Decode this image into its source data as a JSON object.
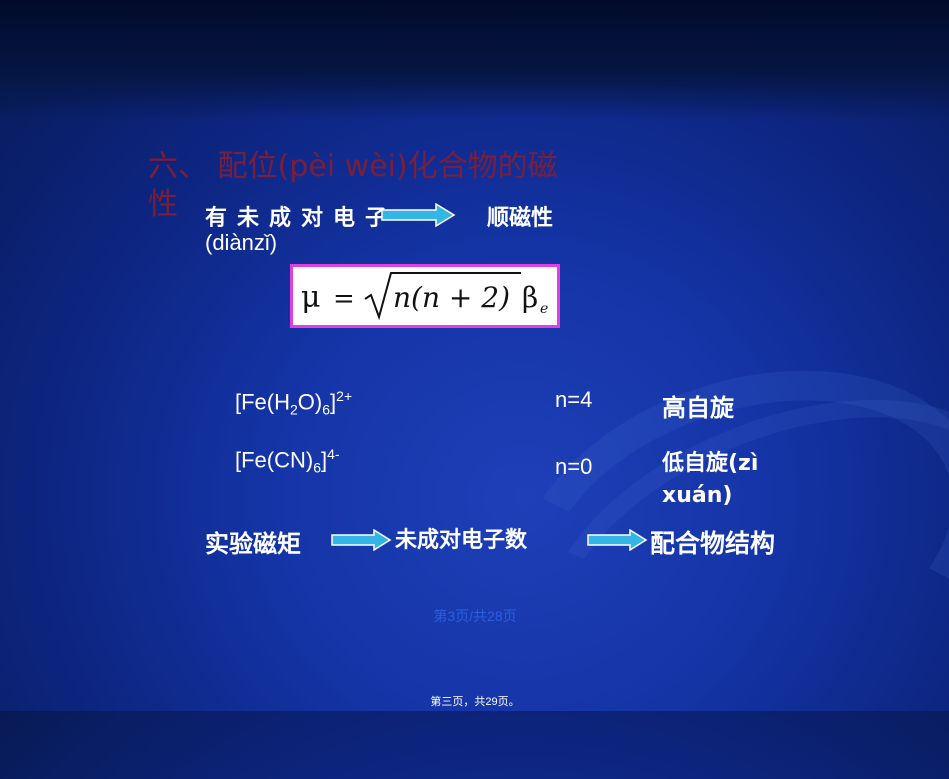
{
  "slide": {
    "title": "六、 配位(pèi wèi)化合物的磁性",
    "line1_text": "有未成对电子",
    "line1_pinyin": "(diànzǐ)",
    "line1_result": "顺磁性",
    "formula": {
      "mu": "μ",
      "equals": "=",
      "radicand": "n(n + 2)",
      "beta": "β",
      "subscript": "e"
    },
    "complexes": [
      {
        "pre": "[Fe(H",
        "sub1": "2",
        "mid": "O)",
        "sub2": "6",
        "post": "]",
        "charge": "2+",
        "n": "n=4",
        "spin": "高自旋"
      },
      {
        "pre": "[Fe(CN)",
        "sub2": "6",
        "post": "]",
        "charge": "4-",
        "n": "n=0",
        "spin": "低自旋(zì xuán)"
      }
    ],
    "flow": [
      "实验磁矩",
      "未成对电子数",
      "配合物结构"
    ],
    "page_number": "第3页/共28页",
    "footer": "第三页，共29页。"
  },
  "colors": {
    "title": "#7a1e3a",
    "text": "#ffffff",
    "arrow_fill": "#33b5e5",
    "formula_border": "#e040e0",
    "page_number": "#2a5fe0"
  }
}
